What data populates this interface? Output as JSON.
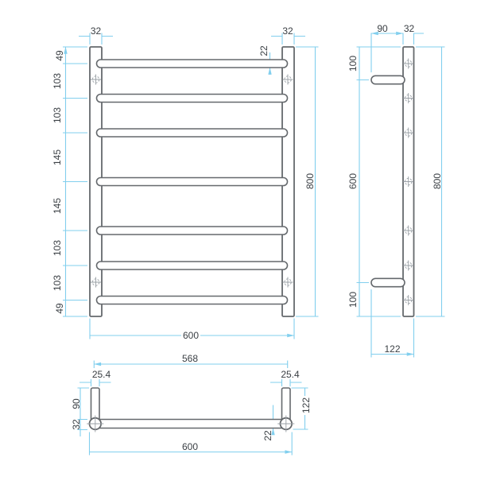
{
  "drawing": {
    "front_view": {
      "rail_width_left": "32",
      "rail_width_right": "32",
      "bar_diameter": "22",
      "vertical_chain": [
        "49",
        "103",
        "103",
        "145",
        "145",
        "103",
        "103",
        "49"
      ],
      "overall_height": "800",
      "overall_width": "600"
    },
    "side_view": {
      "standoff_length": "90",
      "rail_depth": "32",
      "top_standoff_offset": "100",
      "standoff_spacing": "600",
      "bottom_standoff_offset": "100",
      "overall_height": "800",
      "overall_depth": "122"
    },
    "bottom_view": {
      "rail_center_spacing": "568",
      "standoff_diameter_left": "25.4",
      "standoff_diameter_right": "25.4",
      "standoff_length": "90",
      "rail_diameter": "32",
      "overall_depth": "122",
      "bar_diameter": "22",
      "overall_width": "600"
    },
    "colors": {
      "dimension_line": "#82cfee",
      "outline": "#65696d",
      "label_text": "#3b4045"
    }
  }
}
